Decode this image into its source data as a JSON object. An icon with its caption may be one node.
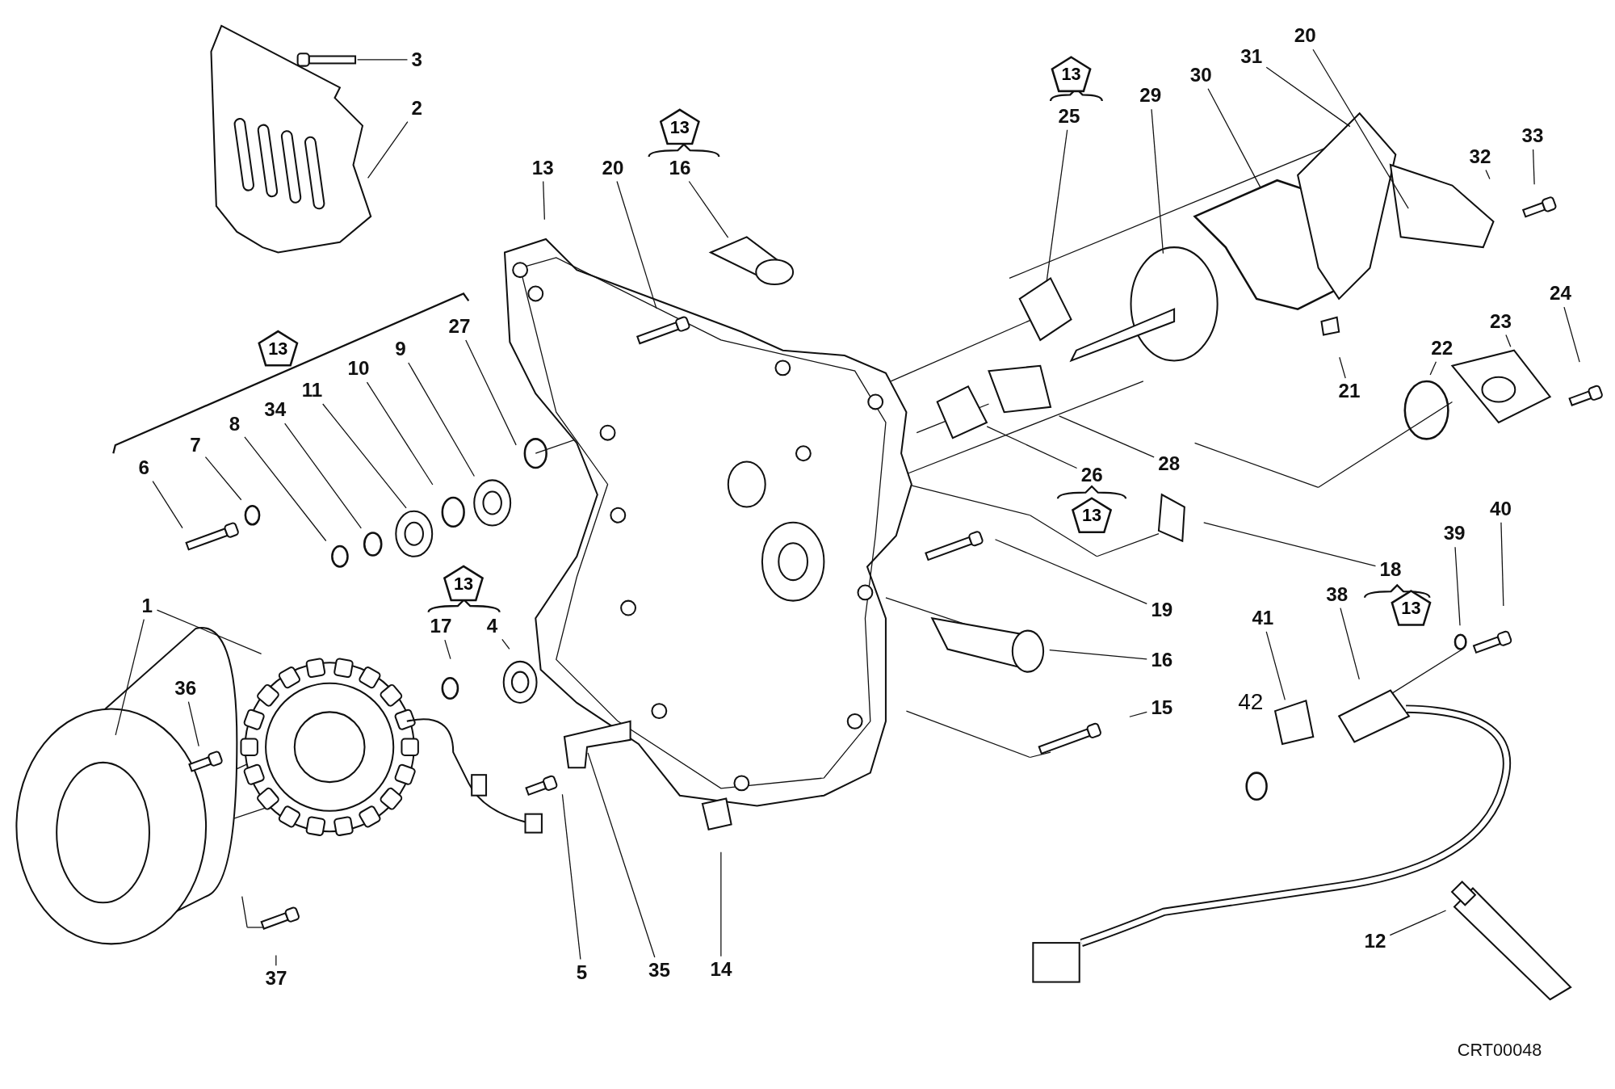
{
  "diagram": {
    "nodes": [
      {
        "text": [
          "3"
        ]
      },
      {
        "text": [
          "2"
        ]
      },
      {
        "text": [
          "20"
        ]
      },
      {
        "text": [
          "31"
        ]
      },
      {
        "text": [
          "13"
        ]
      },
      {
        "text": [
          "30"
        ]
      },
      {
        "text": [
          "29"
        ]
      },
      {
        "text": [
          "25"
        ]
      },
      {
        "text": [
          "13"
        ]
      },
      {
        "text": [
          "33"
        ]
      },
      {
        "text": [
          "32"
        ]
      },
      {
        "text": [
          "13"
        ]
      },
      {
        "text": [
          "20"
        ]
      },
      {
        "text": [
          "16"
        ]
      },
      {
        "text": [
          "24"
        ]
      },
      {
        "text": [
          "23"
        ]
      },
      {
        "text": [
          "27"
        ]
      },
      {
        "text": [
          "13"
        ]
      },
      {
        "text": [
          "9"
        ]
      },
      {
        "text": [
          "22"
        ]
      },
      {
        "text": [
          "10"
        ]
      },
      {
        "text": [
          "11"
        ]
      },
      {
        "text": [
          "21"
        ]
      },
      {
        "text": [
          "34"
        ]
      },
      {
        "text": [
          "8"
        ]
      },
      {
        "text": [
          "7"
        ]
      },
      {
        "text": [
          "28"
        ]
      },
      {
        "text": [
          "6"
        ]
      },
      {
        "text": [
          "26"
        ]
      },
      {
        "text": [
          "13"
        ]
      },
      {
        "text": [
          "40"
        ]
      },
      {
        "text": [
          "39"
        ]
      },
      {
        "text": [
          "18"
        ]
      },
      {
        "text": [
          "13"
        ]
      },
      {
        "text": [
          "38"
        ]
      },
      {
        "text": [
          "1"
        ]
      },
      {
        "text": [
          "13"
        ]
      },
      {
        "text": [
          "19"
        ]
      },
      {
        "text": [
          "41"
        ]
      },
      {
        "text": [
          "17"
        ]
      },
      {
        "text": [
          "4"
        ]
      },
      {
        "text": [
          "16"
        ]
      },
      {
        "text": [
          "36"
        ]
      },
      {
        "text": [
          "15"
        ]
      },
      {
        "text": [
          "12"
        ]
      },
      {
        "text": [
          "14"
        ]
      },
      {
        "text": [
          "35"
        ]
      },
      {
        "text": [
          "5"
        ]
      },
      {
        "text": [
          "37"
        ]
      }
    ],
    "edges": [
      {
        "from": 0,
        "to": null,
        "arrow": "none"
      },
      {
        "from": 1,
        "to": null,
        "arrow": "none"
      },
      {
        "from": 2,
        "to": null,
        "arrow": "none"
      },
      {
        "from": 3,
        "to": null,
        "arrow": "none"
      },
      {
        "from": 5,
        "to": null,
        "arrow": "none"
      },
      {
        "from": 6,
        "to": null,
        "arrow": "none"
      },
      {
        "from": 7,
        "to": null,
        "arrow": "none"
      },
      {
        "from": 9,
        "to": null,
        "arrow": "none"
      },
      {
        "from": 10,
        "to": null,
        "arrow": "none"
      },
      {
        "from": 11,
        "to": null,
        "arrow": "none"
      },
      {
        "from": 12,
        "to": null,
        "arrow": "none"
      },
      {
        "from": 13,
        "to": null,
        "arrow": "none"
      },
      {
        "from": 14,
        "to": null,
        "arrow": "none"
      },
      {
        "from": 15,
        "to": null,
        "arrow": "none"
      },
      {
        "from": 16,
        "to": null,
        "arrow": "none"
      },
      {
        "from": 18,
        "to": null,
        "arrow": "none"
      },
      {
        "from": 19,
        "to": null,
        "arrow": "none"
      },
      {
        "from": 20,
        "to": null,
        "arrow": "none"
      },
      {
        "from": 21,
        "to": null,
        "arrow": "none"
      },
      {
        "from": 22,
        "to": null,
        "arrow": "none"
      },
      {
        "from": 23,
        "to": null,
        "arrow": "none"
      },
      {
        "from": 24,
        "to": null,
        "arrow": "none"
      },
      {
        "from": 25,
        "to": null,
        "arrow": "none"
      },
      {
        "from": 26,
        "to": null,
        "arrow": "none"
      },
      {
        "from": 27,
        "to": null,
        "arrow": "none"
      },
      {
        "from": 28,
        "to": null,
        "arrow": "none"
      },
      {
        "from": 30,
        "to": null,
        "arrow": "none"
      },
      {
        "from": 31,
        "to": null,
        "arrow": "none"
      },
      {
        "from": 32,
        "to": null,
        "arrow": "none"
      },
      {
        "from": 34,
        "to": null,
        "arrow": "none"
      },
      {
        "from": 35,
        "to": null,
        "arrow": "none"
      },
      {
        "from": 35,
        "to": null,
        "arrow": "none"
      },
      {
        "from": 37,
        "to": null,
        "arrow": "none"
      },
      {
        "from": 38,
        "to": null,
        "arrow": "none"
      },
      {
        "from": 39,
        "to": null,
        "arrow": "none"
      },
      {
        "from": 40,
        "to": null,
        "arrow": "none"
      },
      {
        "from": 41,
        "to": null,
        "arrow": "none"
      },
      {
        "from": 42,
        "to": null,
        "arrow": "none"
      },
      {
        "from": 43,
        "to": null,
        "arrow": "none"
      },
      {
        "from": 44,
        "to": null,
        "arrow": "none"
      },
      {
        "from": 45,
        "to": null,
        "arrow": "none"
      },
      {
        "from": 46,
        "to": null,
        "arrow": "none"
      },
      {
        "from": 47,
        "to": null,
        "arrow": "none"
      },
      {
        "from": 48,
        "to": null,
        "arrow": "none"
      }
    ],
    "labels": [
      "42",
      "CRT00048"
    ]
  }
}
